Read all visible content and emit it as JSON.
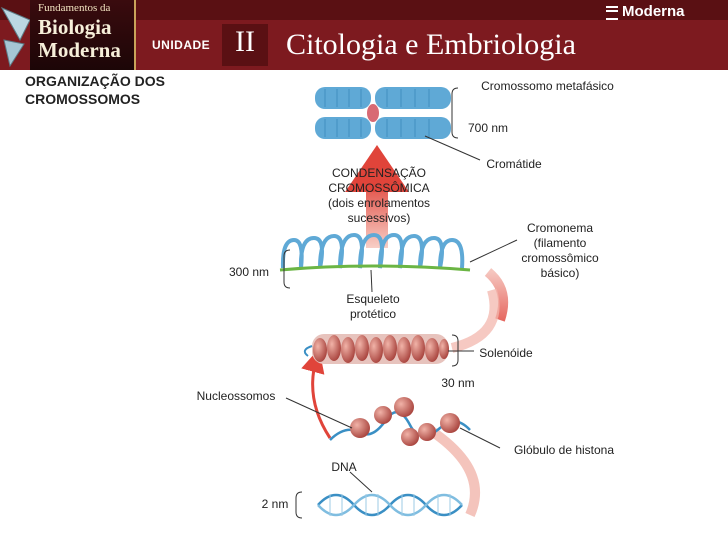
{
  "header": {
    "book_title_line1": "Fundamentos da",
    "book_title_line2": "Biologia",
    "book_title_line3": "Moderna",
    "unit_label": "UNIDADE",
    "unit_number": "II",
    "chapter_title": "Citologia e Embriologia",
    "publisher": "Moderna"
  },
  "heading": {
    "line1": "ORGANIZAÇÃO DOS",
    "line2": "CROMOSSOMOS"
  },
  "labels": {
    "metaphase": "Cromossomo metafásico",
    "nm700": "700 nm",
    "chromatid": "Cromátide",
    "condensation1": "CONDENSAÇÃO",
    "condensation2": "CROMOSSÔMICA",
    "condensation3": "(dois enrolamentos",
    "condensation4": "sucessivos)",
    "chromonema1": "Cromonema",
    "chromonema2": "(filamento",
    "chromonema3": "cromossômico",
    "chromonema4": "básico)",
    "nm300": "300 nm",
    "skeleton1": "Esqueleto",
    "skeleton2": "protético",
    "solenoid": "Solenóide",
    "nm30": "30 nm",
    "nucleosomes": "Nucleossomos",
    "histone": "Glóbulo de histona",
    "dna": "DNA",
    "nm2": "2 nm"
  },
  "colors": {
    "banner": "#7d1a1f",
    "chromosome": "#5fa9d6",
    "arrow": "#e0443a",
    "skeleton": "#6bb544",
    "histone": "#c9605a",
    "dna": "#3a8fc4"
  }
}
